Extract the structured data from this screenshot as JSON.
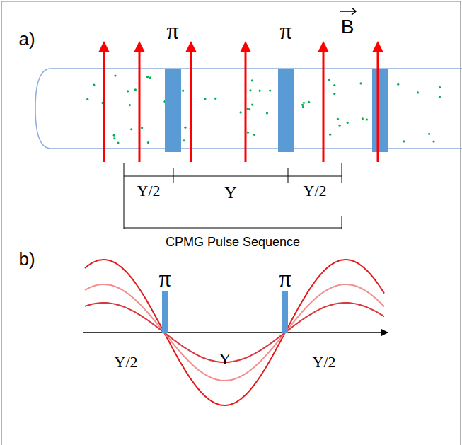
{
  "diagram": {
    "labels": [
      "a)",
      "π",
      "π",
      "B",
      "Y/2",
      "Y",
      "Y/2",
      "CPMG Pulse Sequence",
      "b)",
      "π",
      "π",
      "Y/2",
      "Y",
      "Y/2"
    ]
  }
}
